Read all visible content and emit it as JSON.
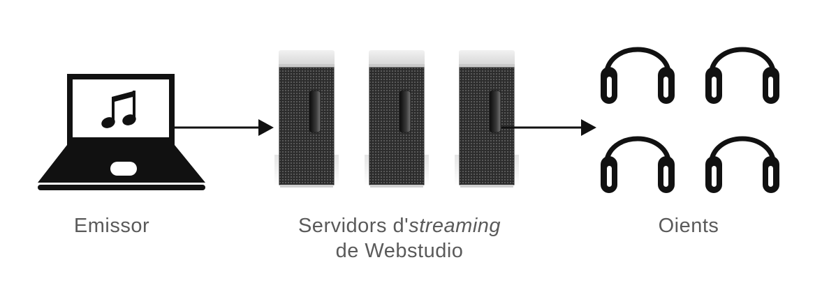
{
  "labels": {
    "emissor": "Emissor",
    "servers_line1_prefix": "Servidors d'",
    "servers_line1_italic": "streaming",
    "servers_line2": "de Webstudio",
    "oients": "Oients"
  },
  "icons": {
    "sender": "laptop-with-music-note-icon",
    "servers": "server-tower-icon",
    "listeners": "headphones-icon",
    "flow": "arrow-right-icon"
  },
  "colors": {
    "icon": "#111111",
    "text": "#5a5a5a",
    "server_body": "#3a3a3a",
    "server_cap": "#e6e6e6"
  }
}
